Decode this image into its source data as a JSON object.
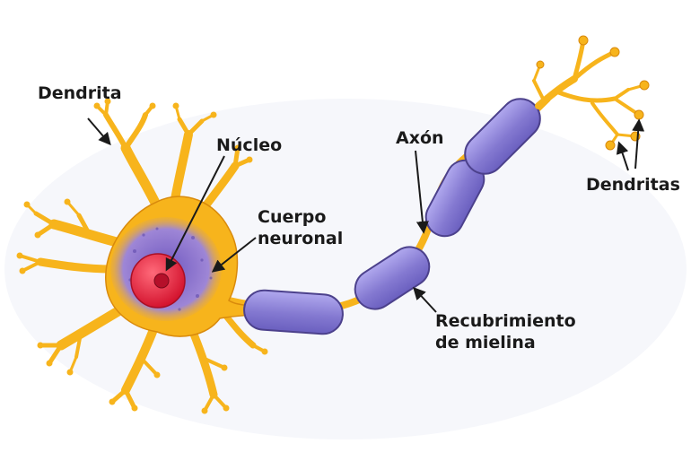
{
  "labels": {
    "dendrite_single": "Dendrita",
    "nucleus": "Núcleo",
    "cell_body_line1": "Cuerpo",
    "cell_body_line2": "neuronal",
    "axon": "Axón",
    "myelin_line1": "Recubrimiento",
    "myelin_line2": "de mielina",
    "dendrites_terminal": "Dendritas"
  },
  "colors": {
    "cell_body": "#f7b41c",
    "cell_outline": "#d98a0c",
    "cytoplasm": "#8d6fc9",
    "nucleus": "#e8263f",
    "nucleolus": "#b5102a",
    "myelin": "#8a7fd6",
    "myelin_outline": "#4c418c",
    "arrow": "#1a1a1a"
  }
}
